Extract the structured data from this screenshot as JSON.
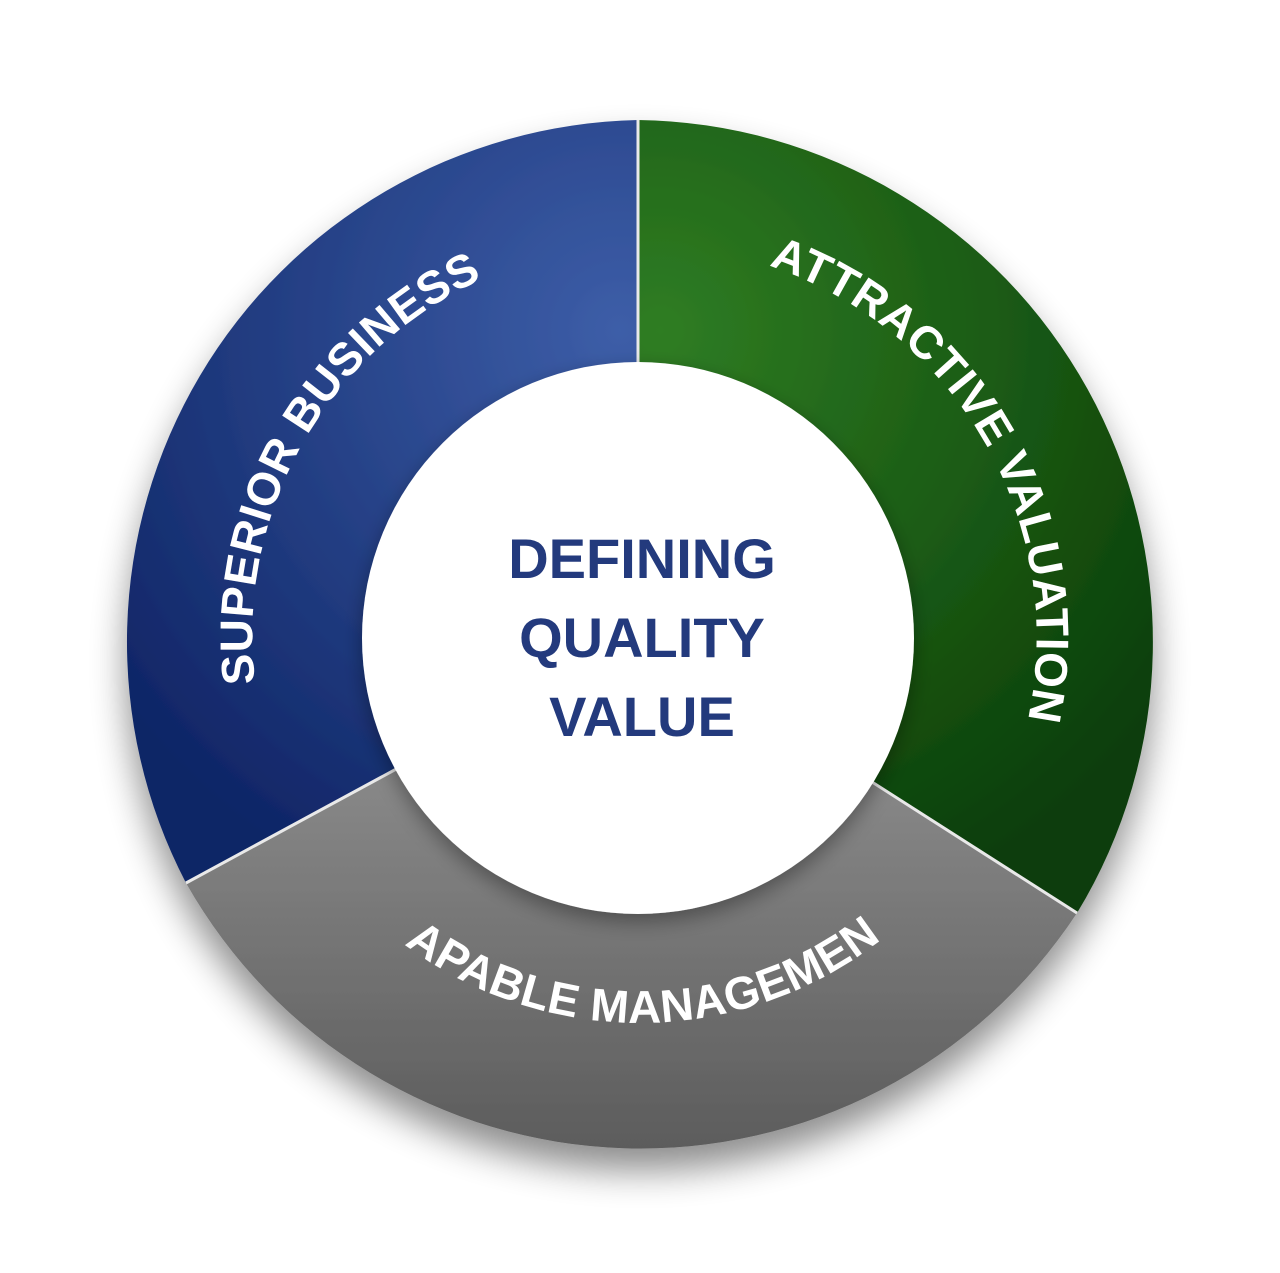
{
  "center": {
    "lines": [
      "DEFINING",
      "QUALITY",
      "VALUE"
    ],
    "color": "#233a7d"
  },
  "segments": [
    {
      "id": "superior",
      "label": "SUPERIOR BUSINESS",
      "color_light": "#3d5ea8",
      "color_dark": "#0f2566"
    },
    {
      "id": "attractive",
      "label": "ATTRACTIVE VALUATION",
      "color_light": "#2f7d23",
      "color_dark": "#0a3e08"
    },
    {
      "id": "capable",
      "label": "CAPABLE MANAGEMENT",
      "color_light": "#8a8a8a",
      "color_dark": "#5c5c5c"
    }
  ]
}
